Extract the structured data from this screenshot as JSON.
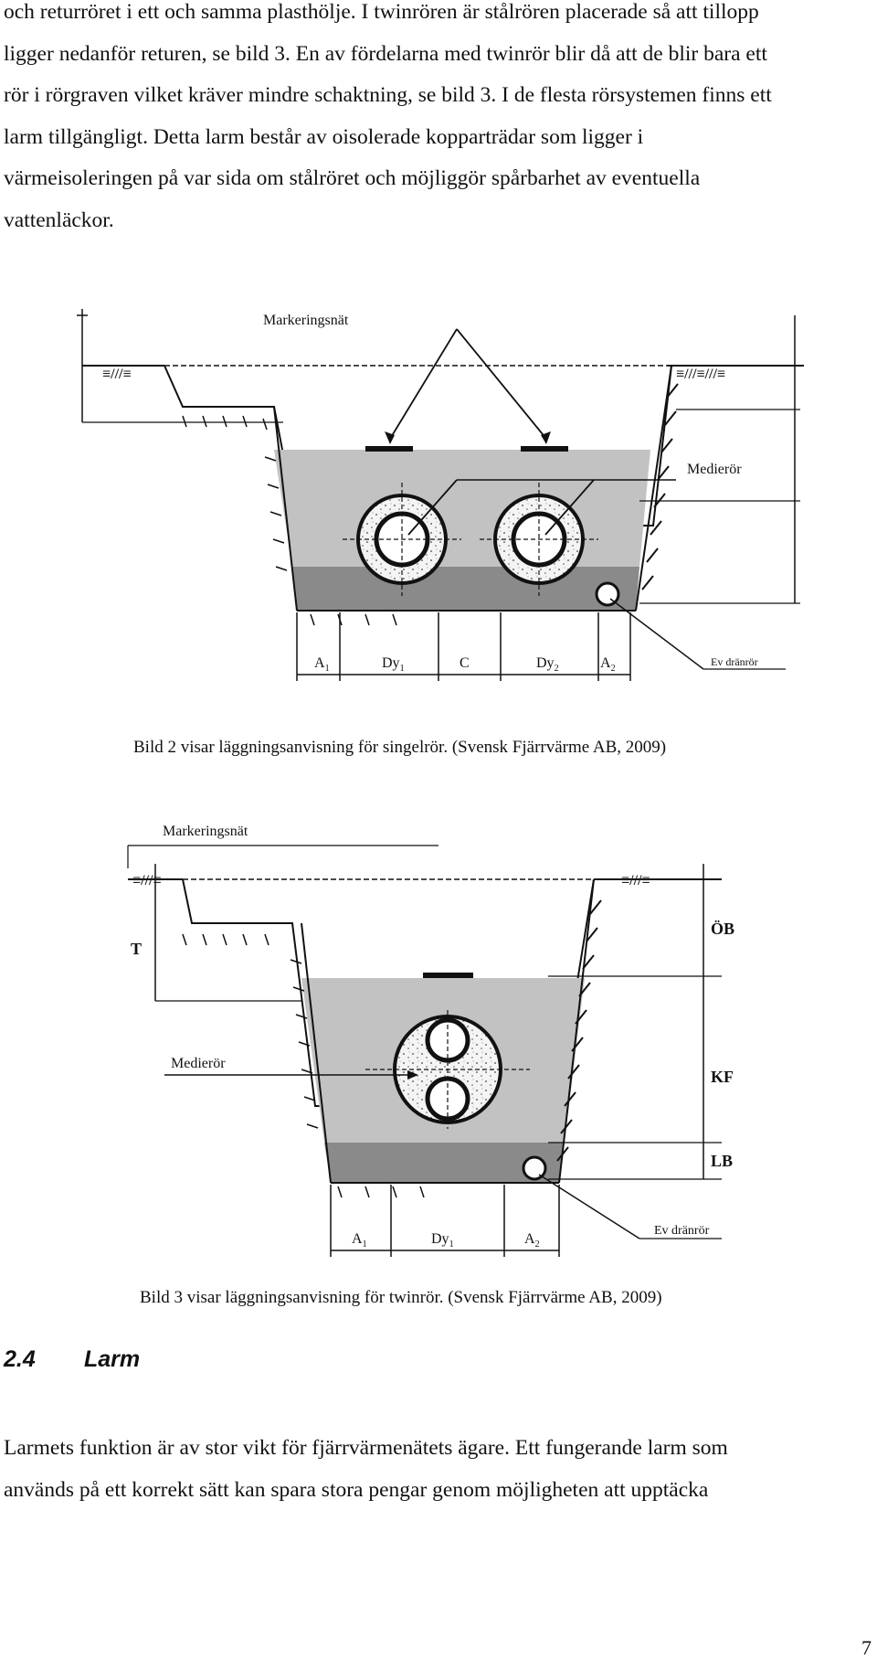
{
  "page": {
    "paragraph_top": {
      "lines": [
        "och returröret i ett och samma plasthölje. I twinrören är stålrören placerade så att tillopp",
        "ligger nedanför returen, se bild 3. En av fördelarna med twinrör blir då att de blir bara ett",
        "rör i rörgraven vilket kräver mindre schaktning, se bild 3. I de flesta rörsystemen finns ett",
        "larm tillgängligt. Detta larm består av oisolerade kopparträdar som ligger i",
        "värmeisoleringen på var sida om stålröret och möjliggör spårbarhet av eventuella",
        "vattenläckor."
      ]
    },
    "figure1": {
      "label_markeringsnat": "Markeringsnät",
      "label_medieror": "Medierör",
      "label_ev_dranror": "Ev dränrör",
      "dim_a1": "A",
      "dim_a1_sub": "1",
      "dim_dy1": "Dy",
      "dim_dy1_sub": "1",
      "dim_c": "C",
      "dim_dy2": "Dy",
      "dim_dy2_sub": "2",
      "dim_a2": "A",
      "dim_a2_sub": "2",
      "caption": "Bild 2 visar läggningsanvisning för singelrör. (Svensk Fjärrvärme AB, 2009)"
    },
    "figure2": {
      "label_markeringsnat": "Markeringsnät",
      "label_medieror": "Medierör",
      "label_ev_dranror": "Ev dränrör",
      "label_t": "T",
      "label_ob": "ÖB",
      "label_kf": "KF",
      "label_lb": "LB",
      "dim_a1": "A",
      "dim_a1_sub": "1",
      "dim_dy1": "Dy",
      "dim_dy1_sub": "1",
      "dim_a2": "A",
      "dim_a2_sub": "2",
      "caption": "Bild 3 visar läggningsanvisning för twinrör. (Svensk Fjärrvärme AB, 2009)"
    },
    "section": {
      "number": "2.4",
      "title": "Larm"
    },
    "paragraph_bottom": {
      "lines": [
        "Larmets funktion är av stor vikt för fjärrvärmenätets ägare. Ett fungerande larm som",
        "används på ett korrekt sätt kan spara stora pengar genom möjligheten att upptäcka"
      ]
    },
    "page_number": "7"
  }
}
